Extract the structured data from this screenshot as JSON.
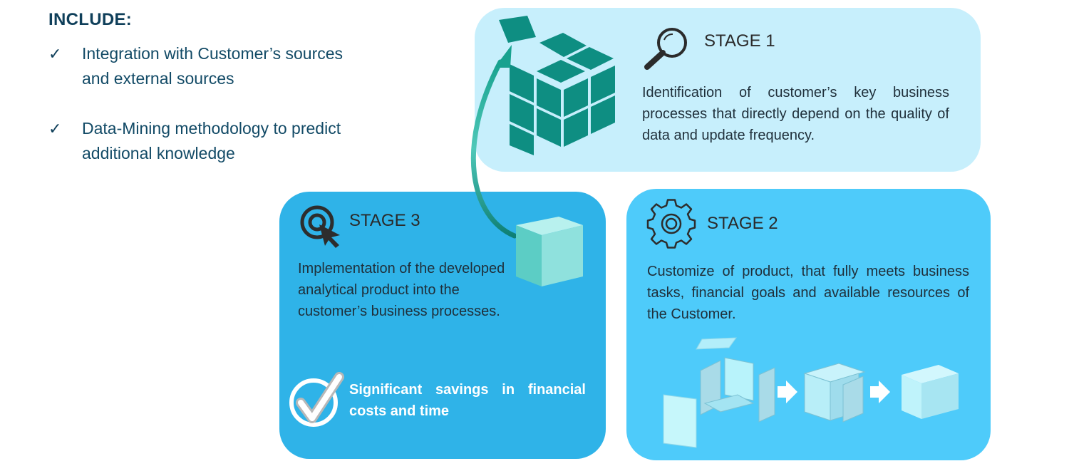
{
  "include": {
    "title": "INCLUDE:",
    "items": [
      {
        "check": "✓",
        "line1": "Integration with Customer’s sources",
        "line2": "and external sources"
      },
      {
        "check": "✓",
        "line1": "Data-Mining methodology to predict",
        "line2": "additional knowledge"
      }
    ]
  },
  "stage1": {
    "title": "STAGE 1",
    "icon": "magnifier-icon",
    "text": "Identification of customer’s key business processes that directly depend on the quality of data and update frequency."
  },
  "stage2": {
    "title": "STAGE 2",
    "icon": "gear-icon",
    "text": "Customize of product, that fully meets business tasks, financial goals and available resources of the Customer."
  },
  "stage3": {
    "title": "STAGE 3",
    "icon": "target-cursor-icon",
    "text": "Implementation of the developed analytical product into the customer’s business processes.",
    "result_icon": "checkmark-circle-icon",
    "result": "Significant savings in financial costs and time"
  },
  "colors": {
    "stage1_bg": "#c7effc",
    "stage2_bg": "#4ecbfa",
    "stage3_bg": "#2fb3e8",
    "cube_teal": "#0e8e82",
    "heading": "#0f3f5a"
  }
}
